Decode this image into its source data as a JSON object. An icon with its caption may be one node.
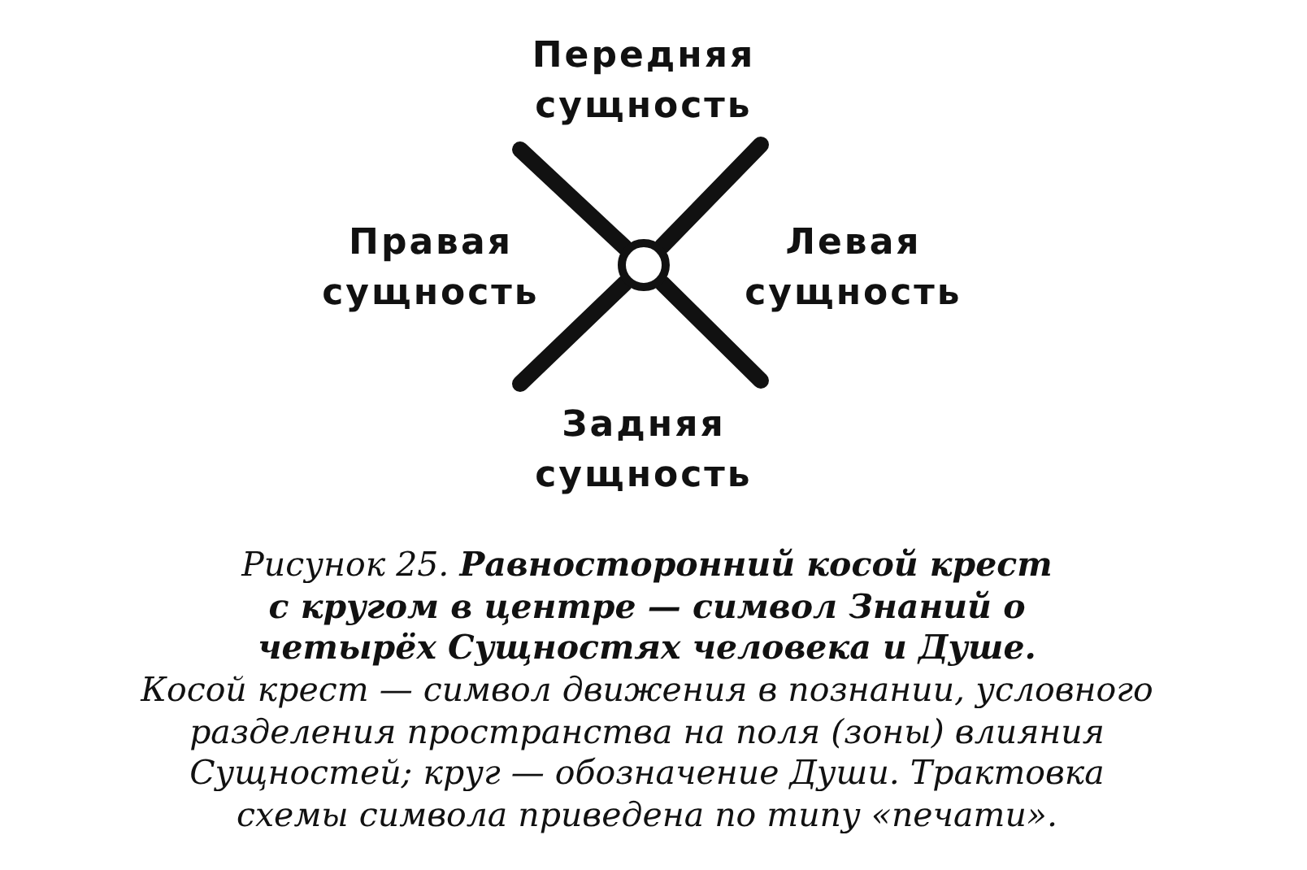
{
  "diagram": {
    "caption": "Рисунок 25. **Равносторонний косой крест с кругом в центре — символ Знаний о четырёх Сущностях человека и Душе.**",
    "labels": [
      "Передняя сущность",
      "Правая сущность",
      "Левая сущность",
      "Задняя сущность",
      "Косой крест — символ движения в познании, условного разделения пространства на поля (зоны) влияния Сущностей; круг — обозначение Души. Трактовка схемы символа приведена по типу «печати»."
    ]
  }
}
